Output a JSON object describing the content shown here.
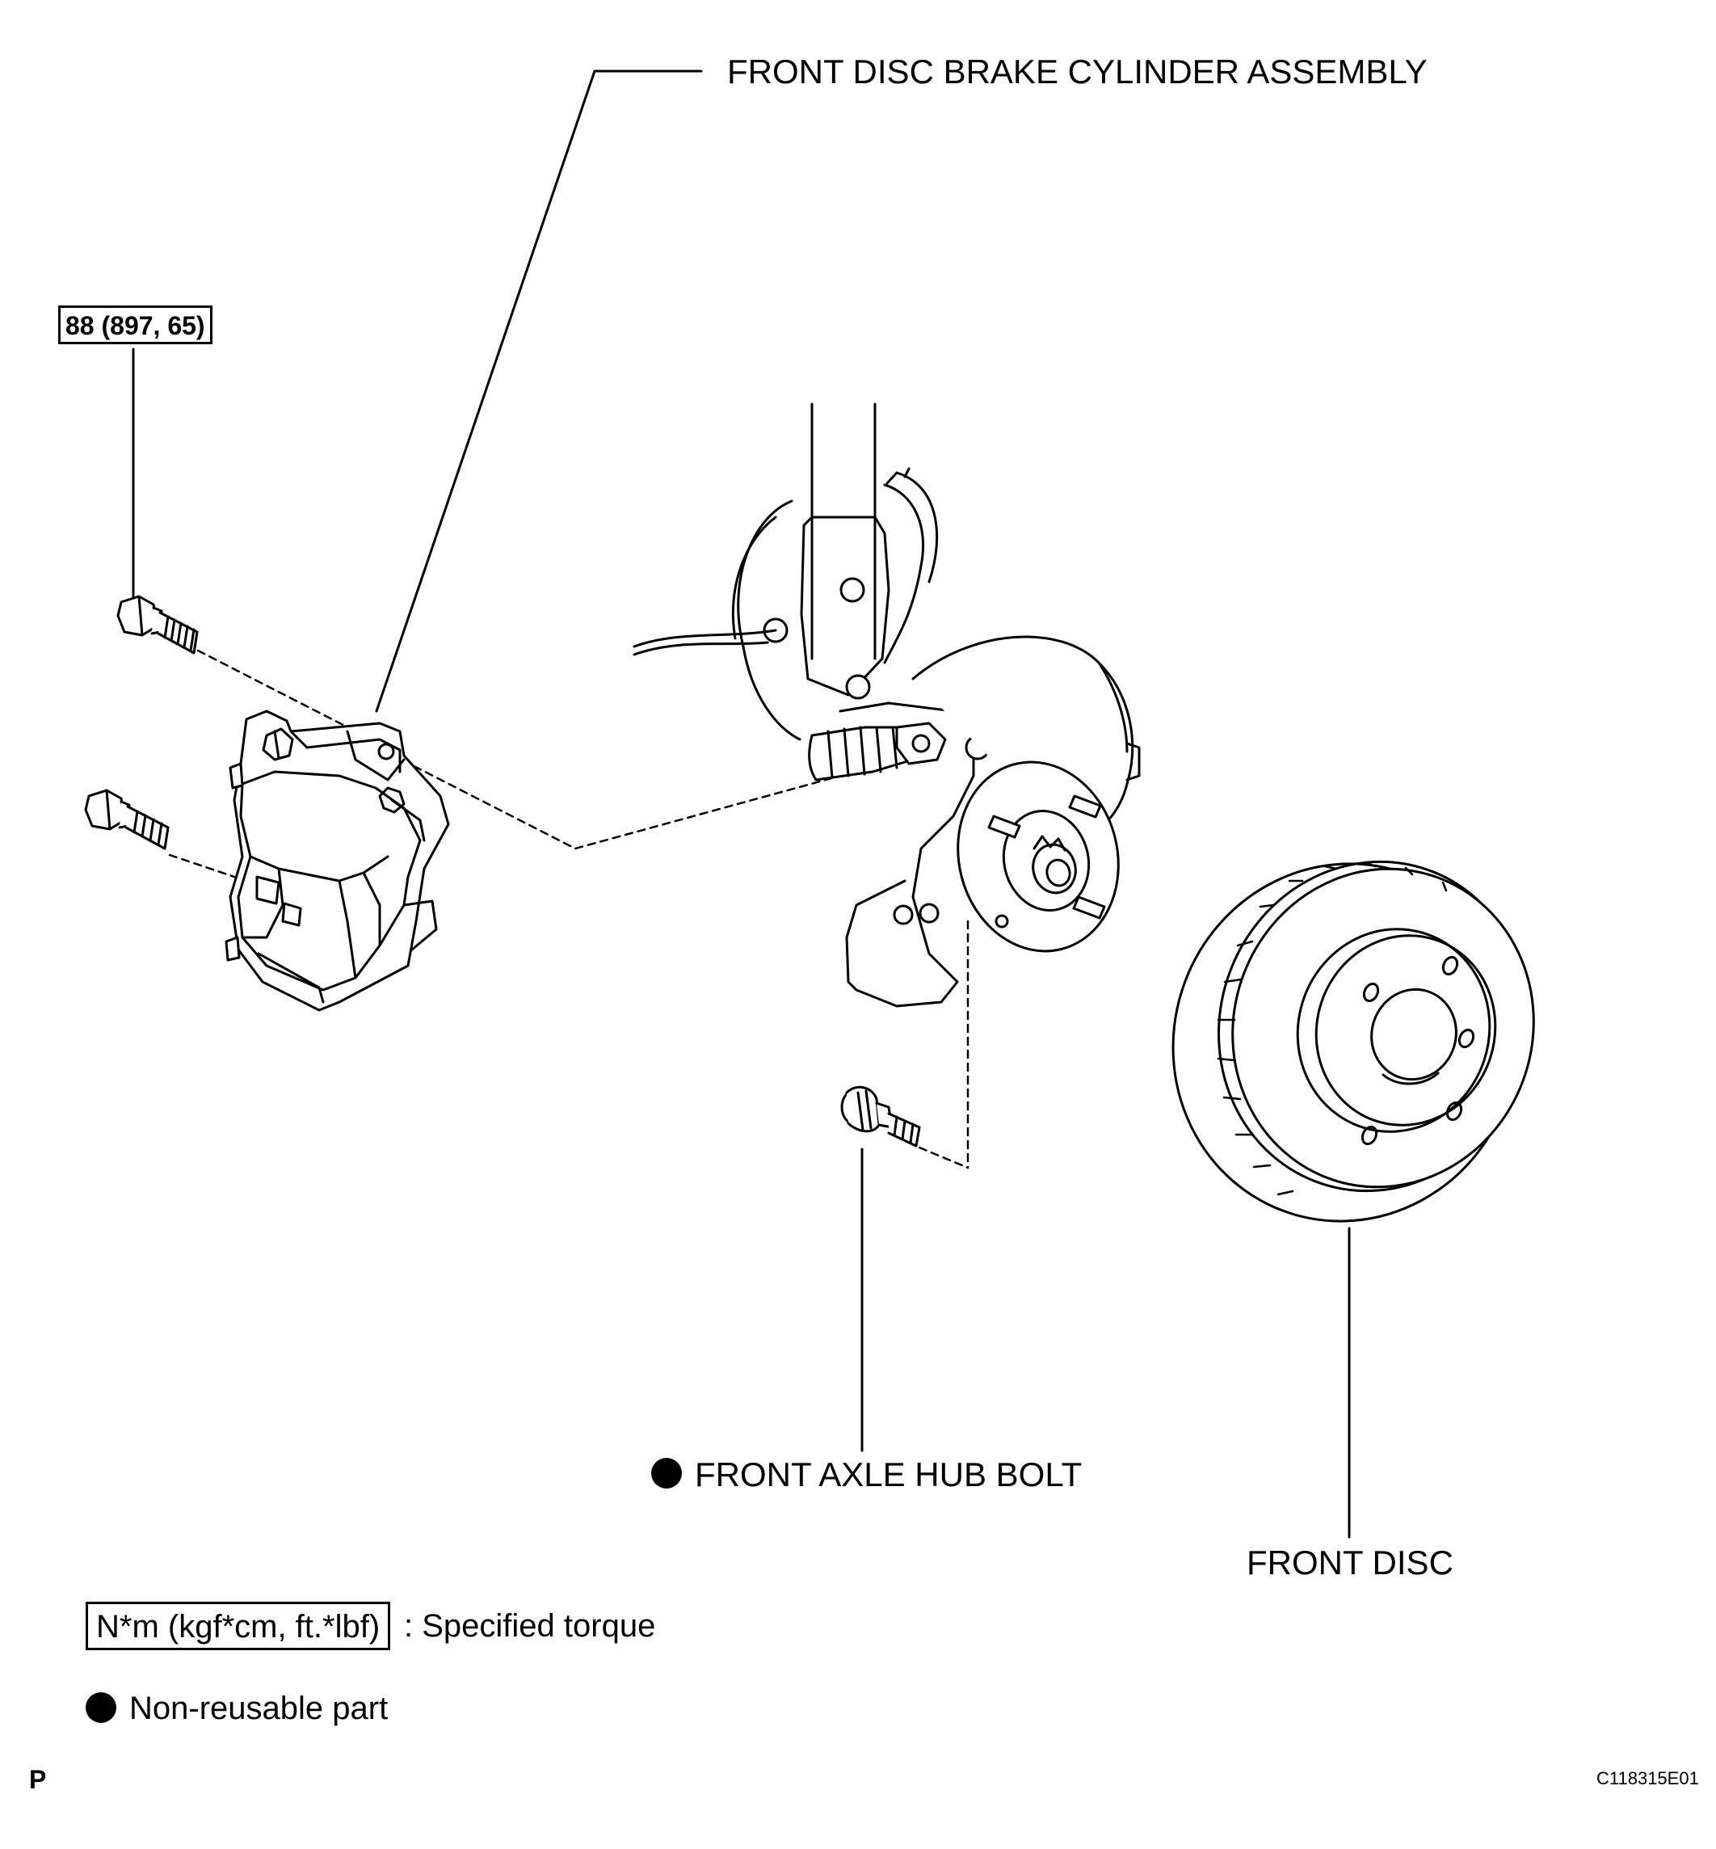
{
  "labels": {
    "caliper": "FRONT DISC BRAKE CYLINDER ASSEMBLY",
    "torque_value": "88 (897, 65)",
    "hub_bolt": "FRONT AXLE HUB BOLT",
    "disc": "FRONT DISC"
  },
  "legend": {
    "torque_unit": "N*m (kgf*cm, ft.*lbf)",
    "torque_desc": ": Specified torque",
    "nonreusable_desc": "Non-reusable part"
  },
  "footer": {
    "left_code": "P",
    "figure_id": "C118315E01"
  },
  "colors": {
    "ink": "#000000",
    "background": "#ffffff"
  },
  "icons": {
    "non_reusable_marker": "filled-circle-icon"
  }
}
